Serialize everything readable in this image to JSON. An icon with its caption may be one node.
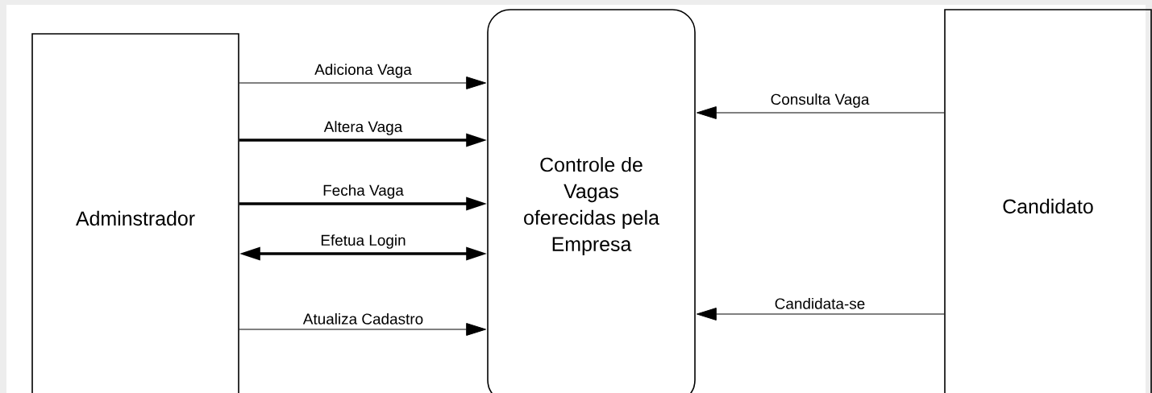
{
  "diagram": {
    "nodes": [
      {
        "text": [
          "Adminstrador"
        ]
      },
      {
        "text": [
          "Controle de Vagas oferecidas pela Empresa"
        ]
      },
      {
        "text": [
          "Candidato"
        ]
      }
    ],
    "edges": [
      {
        "from": 0,
        "to": 1,
        "arrow": "to",
        "label": "Adiciona Vaga"
      },
      {
        "from": 0,
        "to": 1,
        "arrow": "to",
        "label": "Altera Vaga",
        "style": "thick"
      },
      {
        "from": 0,
        "to": 1,
        "arrow": "to",
        "label": "Fecha Vaga",
        "style": "thick"
      },
      {
        "from": 0,
        "to": 1,
        "arrow": "both",
        "label": "Efetua Login",
        "style": "thick"
      },
      {
        "from": 0,
        "to": 1,
        "arrow": "to",
        "label": "Atualiza Cadastro"
      },
      {
        "from": 2,
        "to": 1,
        "arrow": "to",
        "label": "Consulta Vaga"
      },
      {
        "from": 2,
        "to": 1,
        "arrow": "to",
        "label": "Candidata-se"
      }
    ]
  }
}
